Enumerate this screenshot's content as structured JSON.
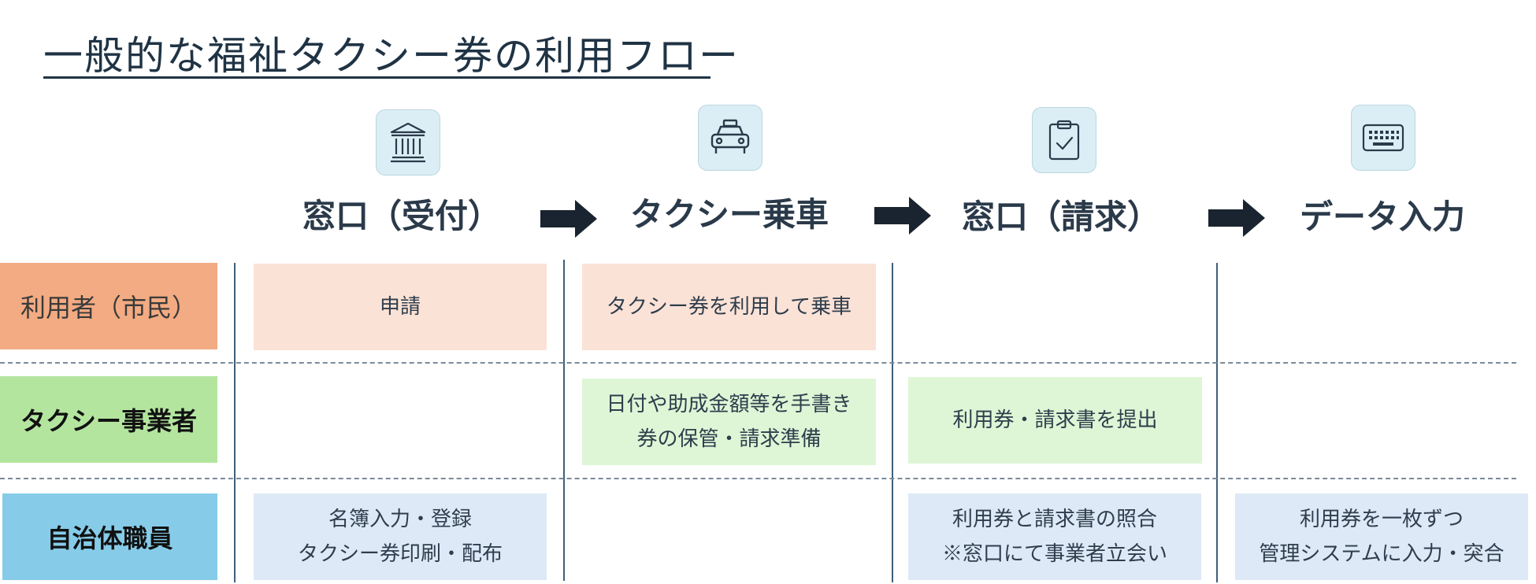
{
  "title": "一般的な福祉タクシー券の利用フロー",
  "steps": [
    {
      "label": "窓口（受付）",
      "icon": "bank-icon"
    },
    {
      "label": "タクシー乗車",
      "icon": "taxi-icon"
    },
    {
      "label": "窓口（請求）",
      "icon": "clipboard-check-icon"
    },
    {
      "label": "データ入力",
      "icon": "keyboard-icon"
    }
  ],
  "rows": [
    {
      "label": "利用者（市民）",
      "color": "#f2ab82"
    },
    {
      "label": "タクシー事業者",
      "color": "#b3e59f"
    },
    {
      "label": "自治体職員",
      "color": "#86cce9"
    }
  ],
  "cells": {
    "citizen_reception": {
      "lines": [
        "申請"
      ]
    },
    "citizen_ride": {
      "lines": [
        "タクシー券を利用して乗車"
      ]
    },
    "taxi_ride": {
      "lines": [
        "日付や助成金額等を手書き",
        "券の保管・請求準備"
      ]
    },
    "taxi_claim": {
      "lines": [
        "利用券・請求書を提出"
      ]
    },
    "staff_reception": {
      "lines": [
        "名簿入力・登録",
        "タクシー券印刷・配布"
      ]
    },
    "staff_claim": {
      "lines": [
        "利用券と請求書の照合",
        "※窓口にて事業者立会い"
      ]
    },
    "staff_data": {
      "lines": [
        "利用券を一枚ずつ",
        "管理システムに入力・突合"
      ]
    }
  },
  "colors": {
    "citizen_cell": "#fbe2d6",
    "taxi_cell": "#def6d6",
    "staff_cell": "#dde9f6",
    "icon_bg": "#dbeef5",
    "arrow": "#1a2430"
  }
}
